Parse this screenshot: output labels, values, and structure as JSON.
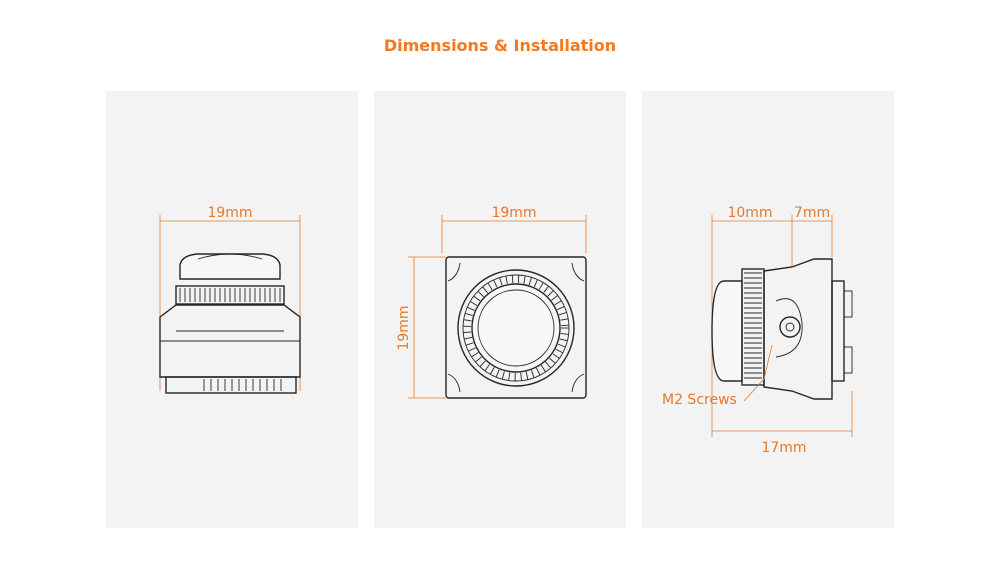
{
  "title": "Dimensions & Installation",
  "colors": {
    "accent": "#f47920",
    "dimension_line": "#e8792b",
    "panel_bg": "#f3f3f3",
    "drawing_stroke": "#262626"
  },
  "views": [
    {
      "name": "front",
      "dimensions": {
        "width": "19mm"
      }
    },
    {
      "name": "lens",
      "dimensions": {
        "width": "19mm",
        "height": "19mm"
      }
    },
    {
      "name": "side",
      "dimensions": {
        "lens_depth": "10mm",
        "body_depth": "7mm",
        "total_depth": "17mm"
      },
      "callout": "M2 Screws"
    }
  ]
}
